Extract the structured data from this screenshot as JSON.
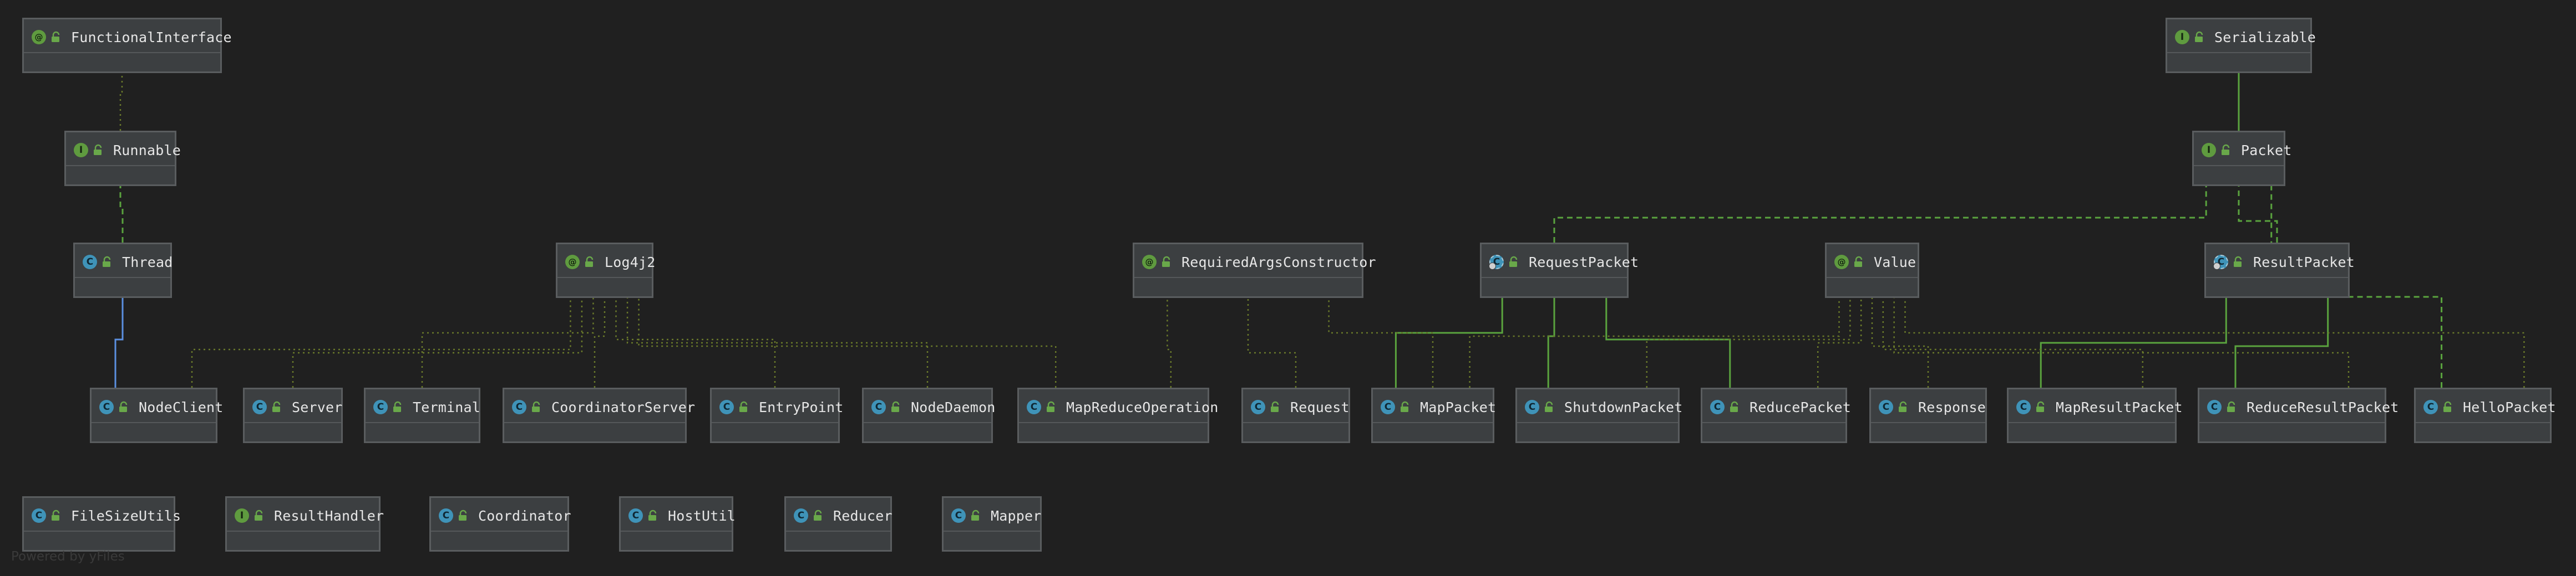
{
  "colors": {
    "background": "#202020",
    "node_fill": "#3c3f41",
    "node_border": "#5a5d5f",
    "edge_extends_class": "#5b8fe0",
    "edge_implements": "#5aa33e",
    "edge_extends_interface": "#5aa33e",
    "edge_dependency": "#6a7a2a"
  },
  "legend": {
    "class_icon": "C",
    "interface_icon": "I",
    "annotation_icon": "@",
    "visibility_icon": "public-lock-icon"
  },
  "nodes": [
    {
      "id": "FunctionalInterface",
      "label": "FunctionalInterface",
      "kind": "a"
    },
    {
      "id": "Runnable",
      "label": "Runnable",
      "kind": "i"
    },
    {
      "id": "Thread",
      "label": "Thread",
      "kind": "c"
    },
    {
      "id": "Log4j2",
      "label": "Log4j2",
      "kind": "a"
    },
    {
      "id": "RequiredArgsConstructor",
      "label": "RequiredArgsConstructor",
      "kind": "a"
    },
    {
      "id": "RequestPacket",
      "label": "RequestPacket",
      "kind": "ab"
    },
    {
      "id": "Value",
      "label": "Value",
      "kind": "a"
    },
    {
      "id": "ResultPacket",
      "label": "ResultPacket",
      "kind": "ab"
    },
    {
      "id": "Serializable",
      "label": "Serializable",
      "kind": "i"
    },
    {
      "id": "Packet",
      "label": "Packet",
      "kind": "i"
    },
    {
      "id": "NodeClient",
      "label": "NodeClient",
      "kind": "c"
    },
    {
      "id": "Server",
      "label": "Server",
      "kind": "c"
    },
    {
      "id": "Terminal",
      "label": "Terminal",
      "kind": "c"
    },
    {
      "id": "CoordinatorServer",
      "label": "CoordinatorServer",
      "kind": "c"
    },
    {
      "id": "EntryPoint",
      "label": "EntryPoint",
      "kind": "c"
    },
    {
      "id": "NodeDaemon",
      "label": "NodeDaemon",
      "kind": "c"
    },
    {
      "id": "MapReduceOperation",
      "label": "MapReduceOperation",
      "kind": "c"
    },
    {
      "id": "Request",
      "label": "Request",
      "kind": "c"
    },
    {
      "id": "MapPacket",
      "label": "MapPacket",
      "kind": "c"
    },
    {
      "id": "ShutdownPacket",
      "label": "ShutdownPacket",
      "kind": "c"
    },
    {
      "id": "ReducePacket",
      "label": "ReducePacket",
      "kind": "c"
    },
    {
      "id": "Response",
      "label": "Response",
      "kind": "c"
    },
    {
      "id": "MapResultPacket",
      "label": "MapResultPacket",
      "kind": "c"
    },
    {
      "id": "ReduceResultPacket",
      "label": "ReduceResultPacket",
      "kind": "c"
    },
    {
      "id": "HelloPacket",
      "label": "HelloPacket",
      "kind": "c"
    },
    {
      "id": "FileSizeUtils",
      "label": "FileSizeUtils",
      "kind": "c"
    },
    {
      "id": "ResultHandler",
      "label": "ResultHandler",
      "kind": "i"
    },
    {
      "id": "Coordinator",
      "label": "Coordinator",
      "kind": "c"
    },
    {
      "id": "HostUtil",
      "label": "HostUtil",
      "kind": "c"
    },
    {
      "id": "Reducer",
      "label": "Reducer",
      "kind": "c"
    },
    {
      "id": "Mapper",
      "label": "Mapper",
      "kind": "c"
    }
  ],
  "edges": [
    {
      "from": "Runnable",
      "to": "FunctionalInterface",
      "type": "annotated"
    },
    {
      "from": "Thread",
      "to": "Runnable",
      "type": "implements"
    },
    {
      "from": "NodeClient",
      "to": "Thread",
      "type": "extends-class"
    },
    {
      "from": "Packet",
      "to": "Serializable",
      "type": "extends-interface"
    },
    {
      "from": "RequestPacket",
      "to": "Packet",
      "type": "implements"
    },
    {
      "from": "ResultPacket",
      "to": "Packet",
      "type": "implements"
    },
    {
      "from": "HelloPacket",
      "to": "Packet",
      "type": "implements"
    },
    {
      "from": "MapPacket",
      "to": "RequestPacket",
      "type": "extends"
    },
    {
      "from": "ShutdownPacket",
      "to": "RequestPacket",
      "type": "extends"
    },
    {
      "from": "ReducePacket",
      "to": "RequestPacket",
      "type": "extends"
    },
    {
      "from": "MapResultPacket",
      "to": "ResultPacket",
      "type": "extends"
    },
    {
      "from": "ReduceResultPacket",
      "to": "ResultPacket",
      "type": "extends"
    },
    {
      "from": "NodeClient",
      "to": "Log4j2",
      "type": "annotated"
    },
    {
      "from": "Server",
      "to": "Log4j2",
      "type": "annotated"
    },
    {
      "from": "Terminal",
      "to": "Log4j2",
      "type": "annotated"
    },
    {
      "from": "CoordinatorServer",
      "to": "Log4j2",
      "type": "annotated"
    },
    {
      "from": "EntryPoint",
      "to": "Log4j2",
      "type": "annotated"
    },
    {
      "from": "NodeDaemon",
      "to": "Log4j2",
      "type": "annotated"
    },
    {
      "from": "MapReduceOperation",
      "to": "Log4j2",
      "type": "annotated"
    },
    {
      "from": "MapReduceOperation",
      "to": "RequiredArgsConstructor",
      "type": "annotated"
    },
    {
      "from": "Request",
      "to": "RequiredArgsConstructor",
      "type": "annotated"
    },
    {
      "from": "MapPacket",
      "to": "RequiredArgsConstructor",
      "type": "annotated"
    },
    {
      "from": "MapPacket",
      "to": "Value",
      "type": "annotated"
    },
    {
      "from": "ShutdownPacket",
      "to": "Value",
      "type": "annotated"
    },
    {
      "from": "ReducePacket",
      "to": "Value",
      "type": "annotated"
    },
    {
      "from": "Response",
      "to": "Value",
      "type": "annotated"
    },
    {
      "from": "MapResultPacket",
      "to": "Value",
      "type": "annotated"
    },
    {
      "from": "ReduceResultPacket",
      "to": "Value",
      "type": "annotated"
    },
    {
      "from": "HelloPacket",
      "to": "Value",
      "type": "annotated"
    }
  ],
  "watermark": "Powered by yFiles"
}
